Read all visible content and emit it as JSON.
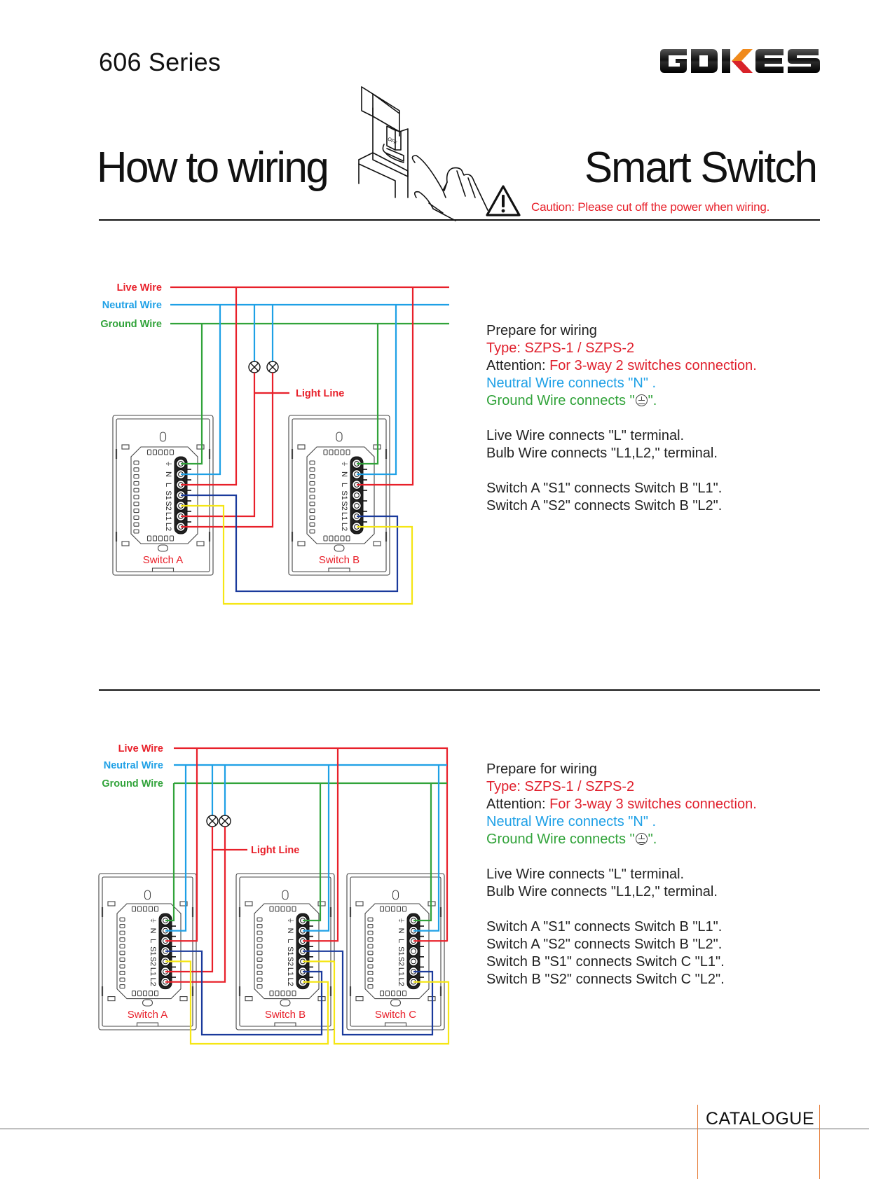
{
  "header": {
    "series": "606 Series",
    "brand": "GDKES",
    "brand_colors": {
      "dark": "#1a1a1a",
      "accent_top": "#f08a1c",
      "accent_bottom": "#d8232a"
    },
    "title_left": "How to wiring",
    "title_right": "Smart Switch",
    "illustration": "hand-turning-off-breaker-icon",
    "breaker_label": "OFF",
    "caution_icon": "warning-triangle-icon",
    "caution": "Caution: Please cut off the power when wiring."
  },
  "colors": {
    "live": "#e8202a",
    "neutral": "#1ea0e6",
    "ground": "#31a33a",
    "s1_link": "#1a3a9c",
    "s2_link": "#f5e614",
    "text": "#222222"
  },
  "wire_labels": {
    "live": "Live Wire",
    "neutral": "Neutral Wire",
    "ground": "Ground Wire",
    "light_line": "Light Line"
  },
  "terminal_labels": [
    "⏚",
    "N",
    "L",
    "S1",
    "S2",
    "L1",
    "L2"
  ],
  "sections": [
    {
      "switches": [
        "Switch A",
        "Switch B"
      ],
      "lamps": 2,
      "connections": [
        {
          "from": "Switch A S1",
          "to": "Switch B L1",
          "wire": "s1_link"
        },
        {
          "from": "Switch A S2",
          "to": "Switch B L2",
          "wire": "s2_link"
        },
        {
          "from": "Switch A L1",
          "to": "Lamp 1",
          "wire": "live"
        },
        {
          "from": "Switch A L2",
          "to": "Lamp 2",
          "wire": "live"
        }
      ],
      "description": {
        "heading": "Prepare for wiring",
        "type": "Type: SZPS-1 / SZPS-2",
        "attention_label": "Attention: ",
        "attention": "For 3-way 2 switches connection.",
        "neutral": "Neutral Wire connects \"N\" .",
        "ground_prefix": "Ground Wire connects \"",
        "ground_suffix": "\".",
        "live": "Live Wire connects \"L\" terminal.",
        "bulb": "Bulb Wire connects \"L1,L2,\" terminal.",
        "links": [
          "Switch A \"S1\" connects Switch B \"L1\".",
          "Switch A \"S2\" connects Switch B \"L2\"."
        ]
      }
    },
    {
      "switches": [
        "Switch A",
        "Switch B",
        "Switch C"
      ],
      "lamps": 2,
      "connections": [
        {
          "from": "Switch A S1",
          "to": "Switch B L1",
          "wire": "s1_link"
        },
        {
          "from": "Switch A S2",
          "to": "Switch B L2",
          "wire": "s2_link"
        },
        {
          "from": "Switch B S1",
          "to": "Switch C L1",
          "wire": "s1_link"
        },
        {
          "from": "Switch B S2",
          "to": "Switch C L2",
          "wire": "s2_link"
        },
        {
          "from": "Switch A L1",
          "to": "Lamp 1",
          "wire": "live"
        },
        {
          "from": "Switch A L2",
          "to": "Lamp 2",
          "wire": "live"
        }
      ],
      "description": {
        "heading": "Prepare for wiring",
        "type": "Type: SZPS-1 / SZPS-2",
        "attention_label": "Attention: ",
        "attention": "For 3-way 3 switches connection.",
        "neutral": "Neutral Wire connects \"N\" .",
        "ground_prefix": "Ground Wire connects \"",
        "ground_suffix": "\".",
        "live": "Live Wire connects \"L\" terminal.",
        "bulb": "Bulb Wire connects \"L1,L2,\" terminal.",
        "links": [
          "Switch A \"S1\" connects Switch B \"L1\".",
          "Switch A \"S2\" connects Switch B \"L2\".",
          "Switch B \"S1\" connects Switch C \"L1\".",
          "Switch B \"S2\" connects Switch C \"L2\"."
        ]
      }
    }
  ],
  "footer": {
    "label": "CATALOGUE",
    "accent": "#e67e3a"
  }
}
